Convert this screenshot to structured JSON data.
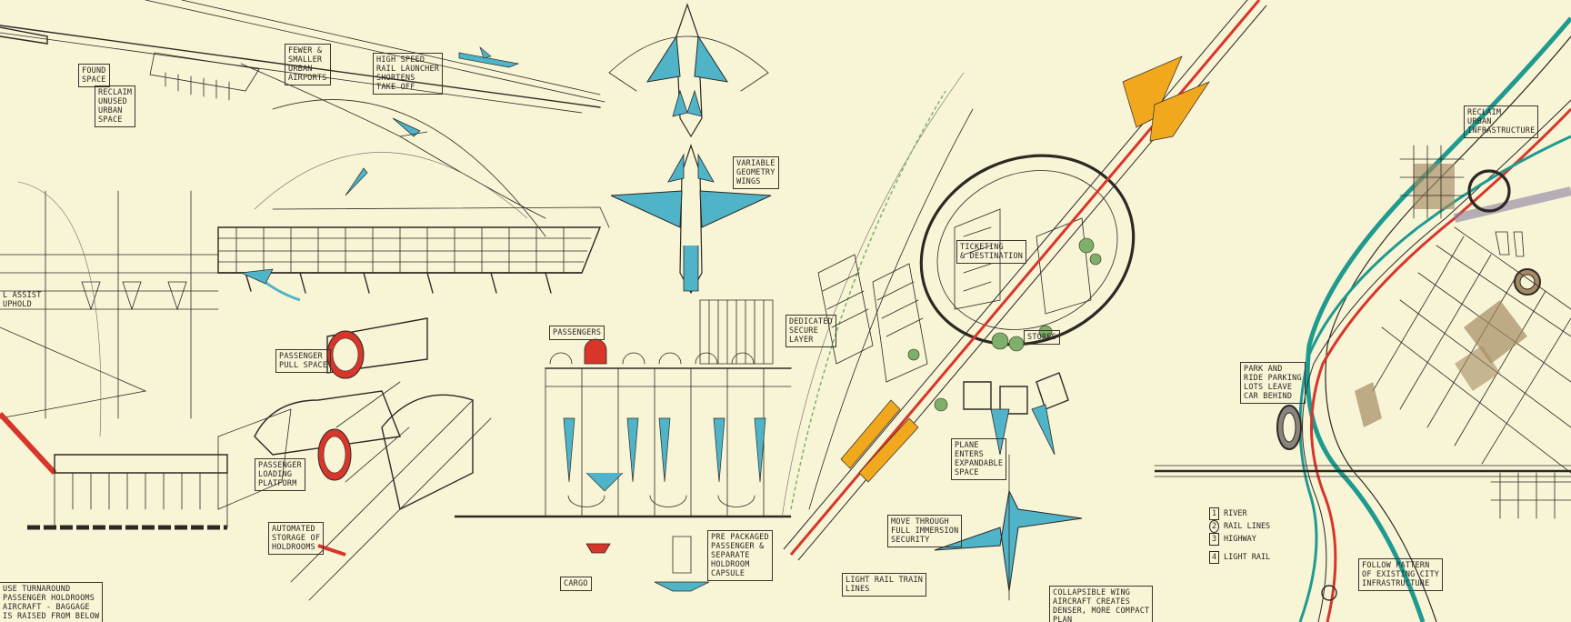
{
  "colors": {
    "paper": "#f8f4d6",
    "ink": "#2c2925",
    "cyan": "#4fb4c8",
    "teal": "#1f9a8f",
    "red": "#d8352b",
    "orange": "#f2a81d",
    "green": "#7fb069",
    "brown": "#a58a63",
    "grey": "#8a857c"
  },
  "annotations": {
    "found_space": "FOUND\nSPACE",
    "reclaim_unused": "RECLAIM\nUNUSED\nURBAN\nSPACE",
    "fewer_airports": "FEWER &\nSMALLER\nURBAN\nAIRPORTS",
    "high_speed_rail": "HIGH SPEED\nRAIL LAUNCHER\nSHORTENS\nTAKE OFF",
    "variable_wings": "VARIABLE\nGEOMETRY\nWINGS",
    "left_edge_top": "L ASSIST\nUPHOLD",
    "passenger_pull": "PASSENGER\nPULL SPACE",
    "passengers": "PASSENGERS",
    "passenger_platform": "PASSENGER\nLOADING\nPLATFORM",
    "automated_holdrooms": "AUTOMATED\nSTORAGE OF\nHOLDROOMS",
    "pre_packaged": "PRE PACKAGED\nPASSENGER &\nSEPARATE\nHOLDROOM\nCAPSULE",
    "cargo": "CARGO",
    "dedicated_secure": "DEDICATED\nSECURE\nLAYER",
    "ticketing": "TICKETING\n& DESTINATION",
    "stores": "STORES",
    "plane_enters": "PLANE\nENTERS\nEXPANDABLE\nSPACE",
    "move_through": "MOVE THROUGH\nFULL IMMERSION\nSECURITY",
    "light_rail_train": "LIGHT RAIL TRAIN\nLINES",
    "collapsible_wing": "COLLAPSIBLE WING\nAIRCRAFT CREATES\nDENSER, MORE COMPACT\nPLAN",
    "reclaim_infrastructure": "RECLAIM\nURBAN\nINFRASTRUCTURE",
    "park_and_ride": "PARK AND\nRIDE PARKING\nLOTS LEAVE\nCAR BEHIND",
    "follow_pattern": "FOLLOW PATTERN\nOF EXISTING CITY\nINFRASTRUCTURE",
    "bottom_left": "USE TURNAROUND\nPASSENGER HOLDROOMS\nAIRCRAFT - BAGGAGE\nIS RAISED FROM BELOW"
  },
  "legend": {
    "items": [
      {
        "key": "1",
        "label": "RIVER"
      },
      {
        "key": "2",
        "label": "RAIL LINES"
      },
      {
        "key": "3",
        "label": "HIGHWAY"
      },
      {
        "key": "4",
        "label": "LIGHT RAIL"
      }
    ]
  }
}
